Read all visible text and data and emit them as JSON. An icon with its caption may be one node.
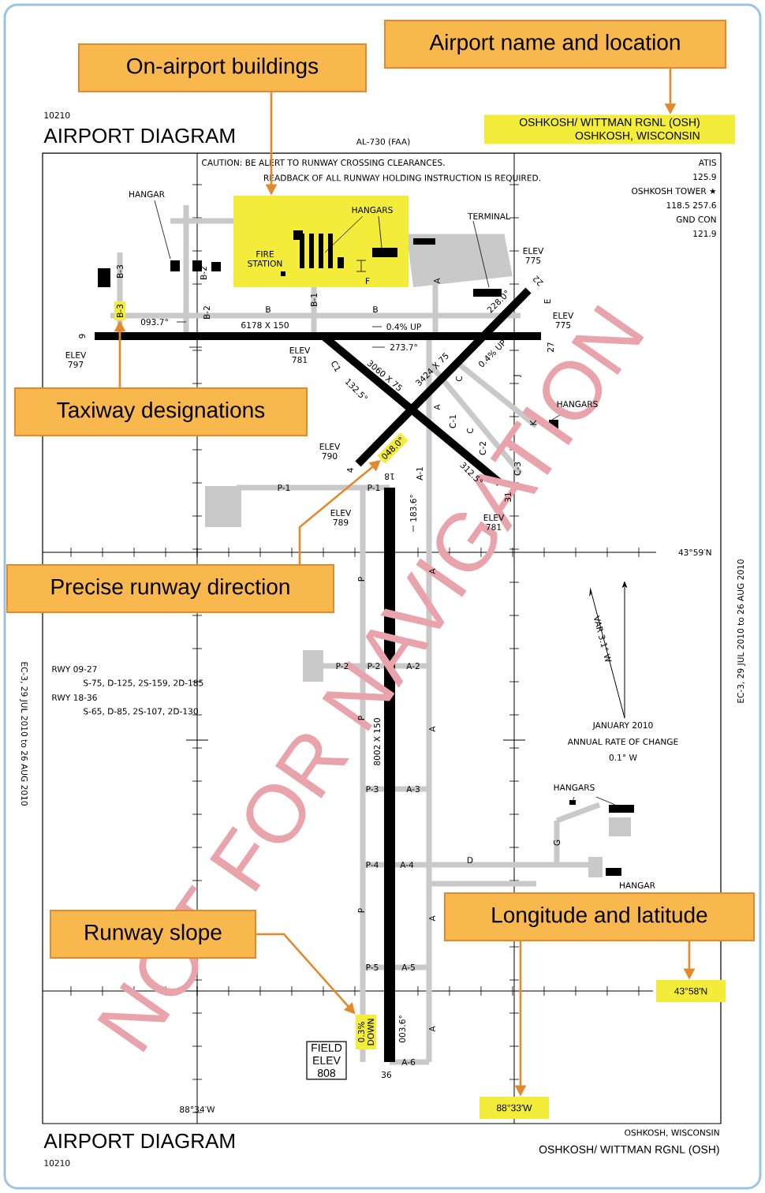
{
  "diagram": {
    "nodes": [
      {
        "text": [
          "Airport name and location"
        ]
      },
      {
        "text": [
          "On-airport buildings"
        ]
      },
      {
        "text": [
          "Taxiway designations"
        ]
      },
      {
        "text": [
          "Precise runway direction"
        ]
      },
      {
        "text": [
          "Runway slope"
        ]
      },
      {
        "text": [
          "Longitude and latitude"
        ]
      },
      {
        "text": [
          "OSHKOSH/ WITTMAN RGNL (OSH)",
          "OSHKOSH, WISCONSIN"
        ]
      },
      {
        "text": [
          "HANGARS",
          "FIRE STATION",
          "F"
        ]
      },
      {
        "text": [
          "B-3"
        ]
      },
      {
        "text": [
          "048.0°"
        ]
      },
      {
        "text": [
          "0.3% DOWN"
        ]
      },
      {
        "text": [
          "88°33′W"
        ]
      },
      {
        "text": [
          "43°58′N"
        ]
      },
      {
        "text": [
          "FIELD ELEV 808"
        ]
      }
    ],
    "edges": [
      {
        "from": 0,
        "to": 6,
        "arrow": "to"
      },
      {
        "from": 1,
        "to": 7,
        "arrow": "to"
      },
      {
        "from": 2,
        "to": 8,
        "arrow": "to"
      },
      {
        "from": 3,
        "to": 9,
        "arrow": "to"
      },
      {
        "from": 4,
        "to": 10,
        "arrow": "to"
      },
      {
        "from": 5,
        "to": 11,
        "arrow": "to"
      },
      {
        "from": 5,
        "to": 12,
        "arrow": "to"
      }
    ],
    "labels": [
      "10210",
      "AIRPORT DIAGRAM",
      "AL-730 (FAA)",
      "CAUTION: BE ALERT TO RUNWAY CROSSING CLEARANCES.",
      "READBACK OF ALL RUNWAY HOLDING INSTRUCTION IS REQUIRED.",
      "ATIS",
      "125.9",
      "OSHKOSH TOWER ★",
      "118.5 257.6",
      "GND CON",
      "121.9",
      "HANGAR",
      "TERMINAL",
      "ELEV 775",
      "B-3",
      "B-2",
      "B-2",
      "B-1",
      "A",
      "B",
      "B",
      "093.7°",
      "6178 X 150",
      "0.4% UP",
      "9",
      "ELEV 797",
      "ELEV 775",
      "27",
      "ELEV 781",
      "273.7°",
      "C1",
      "132.5°",
      "3060 X 75",
      "3424 X 75",
      "0.4% UP",
      "228.0°",
      "22",
      "E",
      "HANGARS",
      "A",
      "C",
      "J",
      "C-1",
      "C",
      "K",
      "C-2",
      "C-3",
      "312.5°",
      "31",
      "ELEV 781",
      "ELEV 790",
      "4",
      "P-1",
      "P-1",
      "18",
      "A-1",
      "ELEV 789",
      "183.6°",
      "43°59′N",
      "P",
      "A",
      "RWY 09-27",
      "S-75, D-125, 2S-159, 2D-185",
      "RWY 18-36",
      "S-65, D-85, 2S-107, 2D-130",
      "P-2",
      "P-2",
      "A-2",
      "P",
      "8002 X 150",
      "A",
      "VAR 3.1° W",
      "JANUARY 2010",
      "ANNUAL RATE OF CHANGE",
      "0.1° W",
      "P-3",
      "A-3",
      "HANGARS",
      "G",
      "P-4",
      "A-4",
      "D",
      "HANGAR",
      "P",
      "A",
      "P-5",
      "A-5",
      "003.6°",
      "A",
      "A-6",
      "36",
      "88°34′W",
      "EC-3, 29 JUL 2010 to 26 AUG 2010",
      "EC-3, 29 JUL 2010 to 26 AUG 2010",
      "AIRPORT DIAGRAM",
      "10210",
      "OSHKOSH, WISCONSIN",
      "OSHKOSH/ WITTMAN RGNL (OSH)",
      "NOT FOR NAVIGATION"
    ]
  }
}
